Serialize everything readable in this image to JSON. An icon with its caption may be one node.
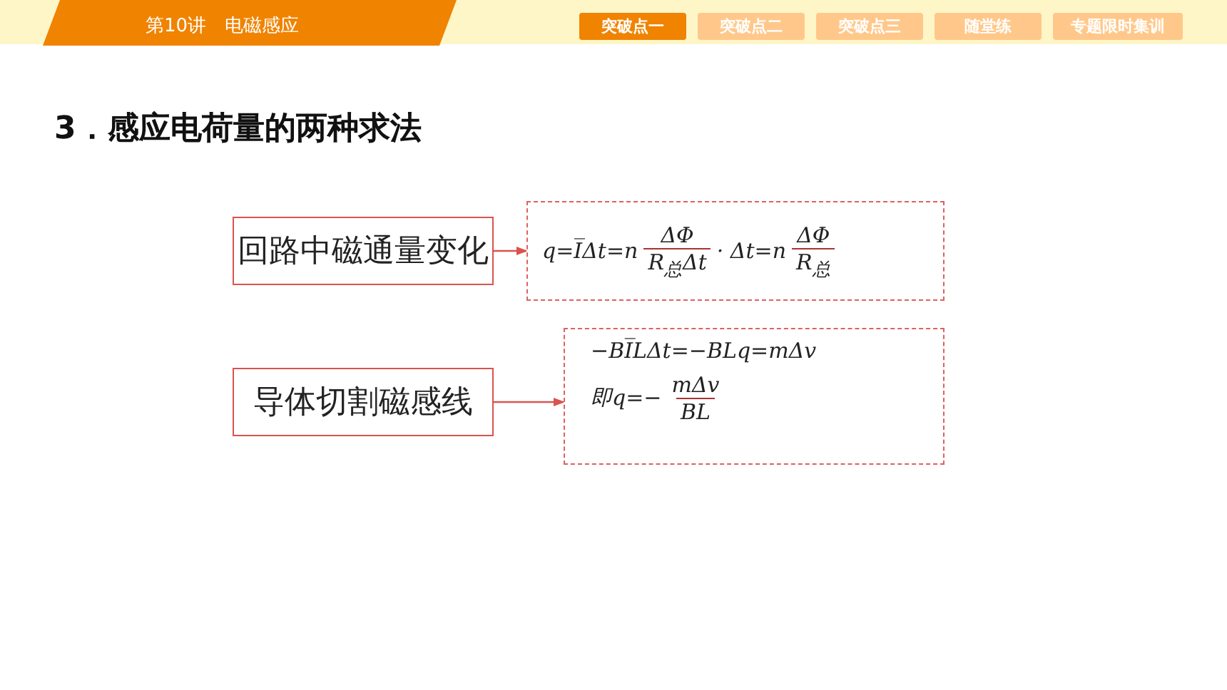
{
  "diagram": {
    "title": "3．感应电荷量的两种求法",
    "nodes": [
      {
        "text": [
          "回路中磁通量变化"
        ]
      },
      {
        "text": [
          "q=I̅Δt=n",
          "ΔΦ",
          "R$_{总}$Δt",
          "· Δt=n",
          "ΔΦ",
          "R$_{总}$"
        ]
      },
      {
        "text": [
          "导体切割磁感线"
        ]
      },
      {
        "text": [
          "−BI̅LΔt=−BLq=mΔv",
          "即q=−",
          "mΔv",
          "BL"
        ]
      }
    ],
    "edges": [
      {
        "from": 0,
        "to": 1,
        "arrow": "to"
      },
      {
        "from": 2,
        "to": 3,
        "arrow": "to"
      }
    ],
    "labels": [
      "第10讲　电磁感应",
      "突破点一",
      "突破点二",
      "突破点三",
      "随堂练",
      "专题限时集训"
    ]
  }
}
